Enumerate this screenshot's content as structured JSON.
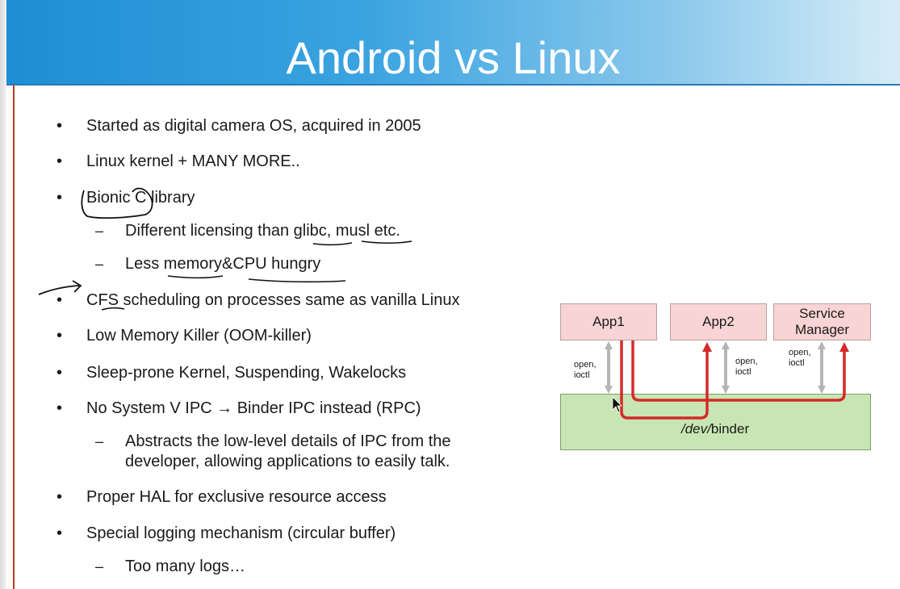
{
  "title": "Android vs Linux",
  "bullets": {
    "b1": "Started as digital camera OS, acquired in 2005",
    "b2": "Linux kernel + MANY MORE..",
    "b3": "Bionic C library",
    "b3_sub1": "Different licensing than glibc, musl etc.",
    "b3_sub2": "Less memory&CPU hungry",
    "b4": "CFS scheduling on processes same as vanilla Linux",
    "b5": "Low Memory Killer (OOM-killer)",
    "b6": "Sleep-prone Kernel, Suspending, Wakelocks",
    "b7": "No System V IPC → Binder IPC instead (RPC)",
    "b7_sub1_line1": "Abstracts the low-level details of IPC from the",
    "b7_sub1_line2": "developer, allowing applications to easily talk.",
    "b8": "Proper HAL for exclusive resource access",
    "b9": "Special logging mechanism (circular buffer)",
    "b9_sub1": "Too many logs…"
  },
  "bullet_symbol": "•",
  "dash_symbol": "–",
  "diagram": {
    "app1": "App1",
    "app2": "App2",
    "service_manager": "Service\nManager",
    "binder_prefix": "/dev/",
    "binder_suffix": "binder",
    "syscalls": "open,\nioctl"
  },
  "colors": {
    "header_blue": "#1e8ed4",
    "box_pink": "#f9d4d4",
    "binder_green": "#c8e6b3",
    "arrow_red": "#d42a2a",
    "arrow_gray": "#b5b5b5"
  }
}
